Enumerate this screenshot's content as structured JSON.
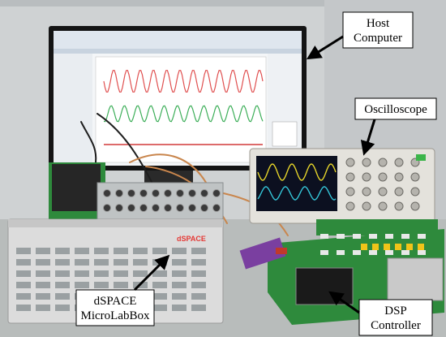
{
  "labels": {
    "host_line1": "Host",
    "host_line2": "Computer",
    "oscilloscope": "Oscilloscope",
    "dspace_line1": "dSPACE",
    "dspace_line2": "MicroLabBox",
    "dsp_line1": "DSP",
    "dsp_line2": "Controller",
    "box_brand": "dSPACE"
  },
  "colors": {
    "wall": "#cfd2d3",
    "desk": "#b8bcbb",
    "monitor_bezel": "#141414",
    "screen_bg": "#f4f6f8",
    "scope_body": "#e4e2dc",
    "scope_screen": "#0c1020",
    "wave_yellow": "#e6d52a",
    "wave_cyan": "#34c6d8",
    "pcb_green": "#2e8a3c",
    "box_body": "#dcdcdc",
    "accent_red": "#c0392b",
    "cable_orange": "#c9864d",
    "box_brand": "#e53935"
  }
}
